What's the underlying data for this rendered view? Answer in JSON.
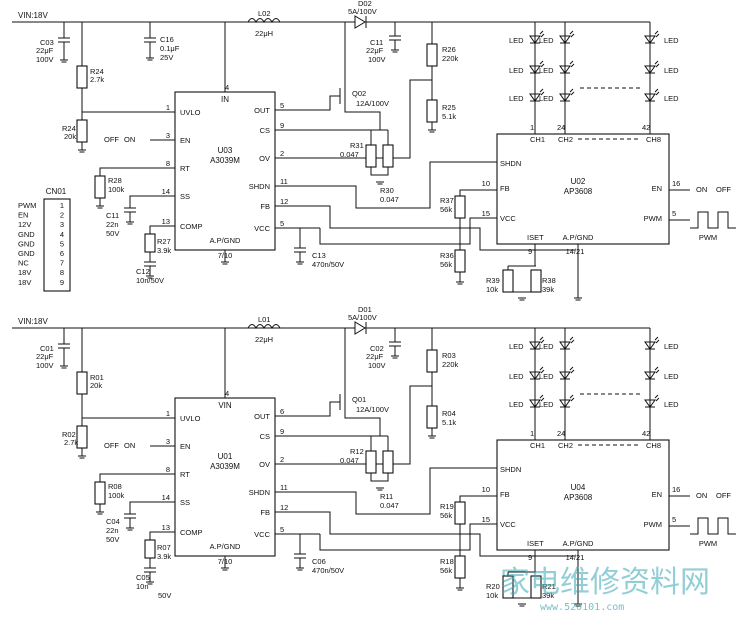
{
  "cn": {
    "name": "CN01",
    "pins": [
      {
        "sig": "PWM",
        "num": "1"
      },
      {
        "sig": "EN",
        "num": "2"
      },
      {
        "sig": "12V",
        "num": "3"
      },
      {
        "sig": "GND",
        "num": "4"
      },
      {
        "sig": "GND",
        "num": "5"
      },
      {
        "sig": "GND",
        "num": "6"
      },
      {
        "sig": "NC",
        "num": "7"
      },
      {
        "sig": "18V",
        "num": "8"
      },
      {
        "sig": "18V",
        "num": "9"
      }
    ]
  },
  "watermark": {
    "text": "家电维修资料网",
    "url": "www.520101.com"
  },
  "circuits": [
    {
      "vin": "VIN:18V",
      "c_in": [
        "C03",
        "22μF",
        "100V"
      ],
      "c_in2": [
        "C16",
        "0.1μF",
        "25V"
      ],
      "r_top": [
        "R24",
        "2.7k"
      ],
      "r_bot": [
        "R24",
        "20k"
      ],
      "inductor": [
        "L02",
        "22μH"
      ],
      "diode": [
        "D02",
        "5A/100V"
      ],
      "c_out": [
        "C11",
        "22μF",
        "100V"
      ],
      "r_fb1": [
        "R26",
        "220k"
      ],
      "r_fb2": [
        "R25",
        "5.1k"
      ],
      "ic": {
        "ref": "U03",
        "part": "A3039M",
        "top": "IN",
        "bottom": "A.P/GND",
        "bnum": "7/10",
        "tnum": "4",
        "left": [
          {
            "n": "1",
            "l": "UVLO"
          },
          {
            "n": "3",
            "l": "EN"
          },
          {
            "n": "8",
            "l": "RT"
          },
          {
            "n": "14",
            "l": "SS"
          },
          {
            "n": "13",
            "l": "COMP"
          }
        ],
        "right": [
          {
            "n": "5",
            "l": "OUT"
          },
          {
            "n": "9",
            "l": "CS"
          },
          {
            "n": "2",
            "l": "OV"
          },
          {
            "n": "11",
            "l": "SHDN"
          },
          {
            "n": "12",
            "l": "FB"
          },
          {
            "n": "5",
            "l": "VCC"
          }
        ]
      },
      "off_on": [
        "OFF",
        "ON"
      ],
      "r_rt": [
        "R28",
        "100k"
      ],
      "c_ss": [
        "C11",
        "22n",
        "50V"
      ],
      "r_comp": [
        "R27",
        "3.9k"
      ],
      "c_comp": [
        "C12",
        "10n/50V"
      ],
      "q": [
        "Q02",
        "12A/100V"
      ],
      "r_cs": [
        "R31",
        "0.047"
      ],
      "r_cs2": [
        "R30",
        "0.047"
      ],
      "c_vcc": [
        "C13",
        "470n/50V"
      ],
      "drv": {
        "ref": "U02",
        "part": "AP3608",
        "ch1": "CH1",
        "ch2": "CH2",
        "ch8": "CH8",
        "n1": "1",
        "n2": "24",
        "n3": "42",
        "shdn": "SHDN",
        "fb": "FB",
        "vcc": "VCC",
        "en": "EN",
        "pwm": "PWM",
        "iset": "ISET",
        "gnd": "A.P/GND",
        "gndn": "14/21",
        "fbn": "10",
        "vccn": "15",
        "enn": "16",
        "pwmn": "5",
        "isetn": "9"
      },
      "r37": [
        "R37",
        "56k"
      ],
      "r36": [
        "R36",
        "56k"
      ],
      "r39": [
        "R39",
        "10k"
      ],
      "r38": [
        "R38",
        "39k"
      ],
      "led": "LED",
      "en_sw": [
        "ON",
        "OFF"
      ],
      "pwm_lbl": "PWM"
    },
    {
      "vin": "VIN:18V",
      "c_in": [
        "C01",
        "22μF",
        "100V"
      ],
      "c_in2": [],
      "r_top": [
        "R01",
        "20k"
      ],
      "r_bot": [
        "R02",
        "2.7k"
      ],
      "inductor": [
        "L01",
        "22μH"
      ],
      "diode": [
        "D01",
        "5A/100V"
      ],
      "c_out": [
        "C02",
        "22μF",
        "100V"
      ],
      "r_fb1": [
        "R03",
        "220k"
      ],
      "r_fb2": [
        "R04",
        "5.1k"
      ],
      "ic": {
        "ref": "U01",
        "part": "A3039M",
        "top": "VIN",
        "bottom": "A.P/GND",
        "bnum": "7/10",
        "tnum": "4",
        "left": [
          {
            "n": "1",
            "l": "UVLO"
          },
          {
            "n": "3",
            "l": "EN"
          },
          {
            "n": "8",
            "l": "RT"
          },
          {
            "n": "14",
            "l": "SS"
          },
          {
            "n": "13",
            "l": "COMP"
          }
        ],
        "right": [
          {
            "n": "6",
            "l": "OUT"
          },
          {
            "n": "9",
            "l": "CS"
          },
          {
            "n": "2",
            "l": "OV"
          },
          {
            "n": "11",
            "l": "SHDN"
          },
          {
            "n": "12",
            "l": "FB"
          },
          {
            "n": "5",
            "l": "VCC"
          }
        ]
      },
      "off_on": [
        "OFF",
        "ON"
      ],
      "r_rt": [
        "R08",
        "100k"
      ],
      "c_ss": [
        "C04",
        "22n",
        "50V"
      ],
      "r_comp": [
        "R07",
        "3.9k"
      ],
      "c_comp": [
        "C05",
        "10n",
        "50V"
      ],
      "q": [
        "Q01",
        "12A/100V"
      ],
      "r_cs": [
        "R12",
        "0.047"
      ],
      "r_cs2": [
        "R11",
        "0.047"
      ],
      "c_vcc": [
        "C06",
        "470n/50V"
      ],
      "drv": {
        "ref": "U04",
        "part": "AP3608",
        "ch1": "CH1",
        "ch2": "CH2",
        "ch8": "CH8",
        "n1": "1",
        "n2": "24",
        "n3": "42",
        "shdn": "SHDN",
        "fb": "FB",
        "vcc": "VCC",
        "en": "EN",
        "pwm": "PWM",
        "iset": "ISET",
        "gnd": "A.P/GND",
        "gndn": "14/21",
        "fbn": "10",
        "vccn": "15",
        "enn": "16",
        "pwmn": "5",
        "isetn": "9"
      },
      "r37": [
        "R19",
        "56k"
      ],
      "r36": [
        "R18",
        "56k"
      ],
      "r39": [
        "R20",
        "10k"
      ],
      "r38": [
        "R21",
        "39k"
      ],
      "led": "LED",
      "en_sw": [
        "ON",
        "OFF"
      ],
      "pwm_lbl": "PWM"
    }
  ]
}
